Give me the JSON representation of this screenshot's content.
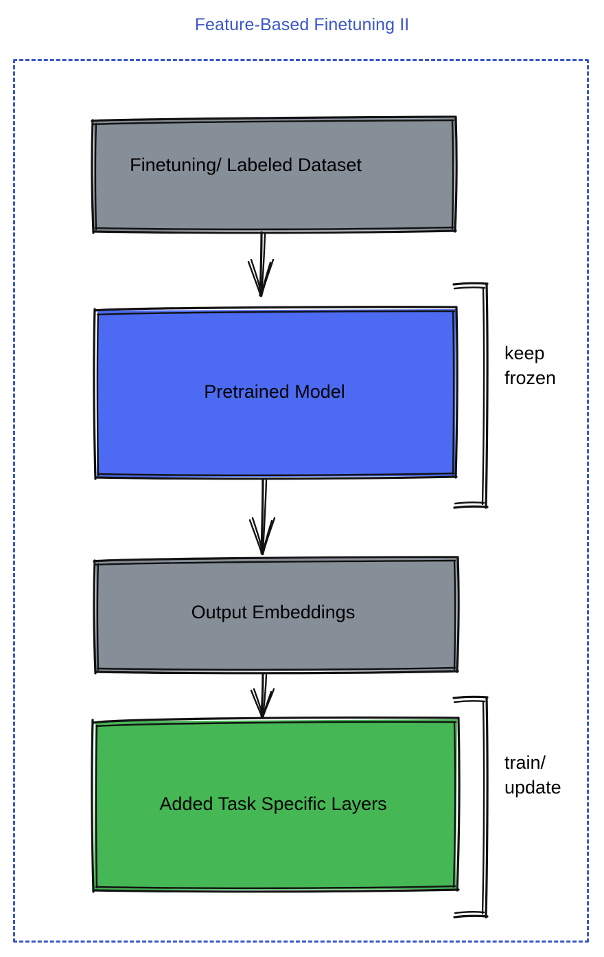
{
  "diagram": {
    "title": "Feature-Based Finetuning II",
    "type": "flowchart",
    "title_color": "#3A56C8",
    "frame": {
      "name": "outer-dashed-frame",
      "style": "dashed",
      "color": "#3A56C8"
    },
    "nodes": [
      {
        "id": "dataset",
        "label": "Finetuning/ Labeled Dataset",
        "fill": "#868E98",
        "text_color": "#000000",
        "shape": "rectangle-sketch"
      },
      {
        "id": "pretrained",
        "label": "Pretrained Model",
        "fill": "#4C6BF2",
        "text_color": "#000000",
        "shape": "rectangle-sketch"
      },
      {
        "id": "embeddings",
        "label": "Output Embeddings",
        "fill": "#868E98",
        "text_color": "#000000",
        "shape": "rectangle-sketch"
      },
      {
        "id": "layers",
        "label": "Added Task Specific Layers",
        "fill": "#45B755",
        "text_color": "#000000",
        "shape": "rectangle-sketch"
      }
    ],
    "edges": [
      {
        "from": "dataset",
        "to": "pretrained",
        "label": ""
      },
      {
        "from": "pretrained",
        "to": "embeddings",
        "label": ""
      },
      {
        "from": "embeddings",
        "to": "layers",
        "label": ""
      }
    ],
    "annotations": [
      {
        "id": "keep-frozen",
        "text": "keep\nfrozen",
        "targets": [
          "pretrained"
        ],
        "bracket": "right-curly-sketch"
      },
      {
        "id": "train-update",
        "text": "train/\nupdate",
        "targets": [
          "layers"
        ],
        "bracket": "right-curly-sketch"
      }
    ]
  }
}
